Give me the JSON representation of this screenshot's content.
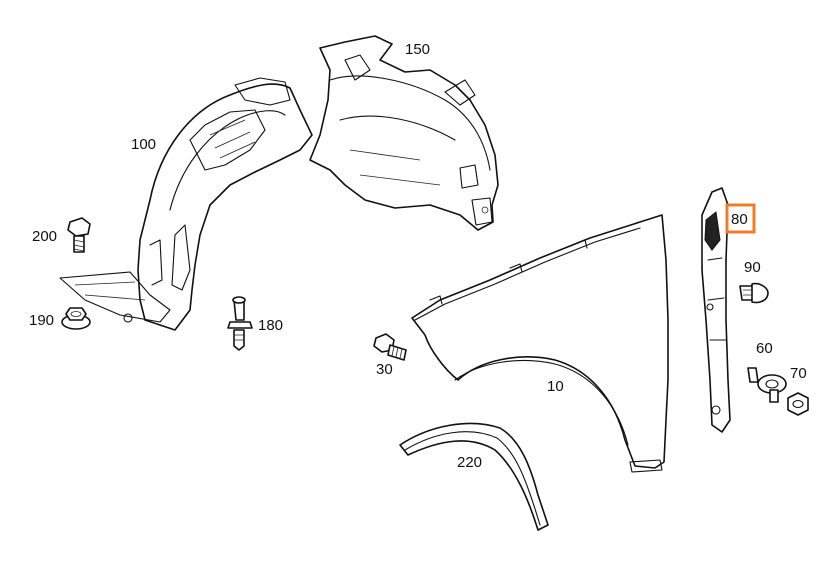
{
  "parts": [
    {
      "id": "100",
      "label": "100"
    },
    {
      "id": "150",
      "label": "150"
    },
    {
      "id": "200",
      "label": "200"
    },
    {
      "id": "190",
      "label": "190"
    },
    {
      "id": "180",
      "label": "180"
    },
    {
      "id": "30",
      "label": "30"
    },
    {
      "id": "10",
      "label": "10"
    },
    {
      "id": "220",
      "label": "220"
    },
    {
      "id": "80",
      "label": "80"
    },
    {
      "id": "90",
      "label": "90"
    },
    {
      "id": "60",
      "label": "60"
    },
    {
      "id": "70",
      "label": "70"
    }
  ],
  "highlighted_part": "80",
  "colors": {
    "highlight": "#f07c28",
    "line": "#111111",
    "background": "#ffffff"
  }
}
